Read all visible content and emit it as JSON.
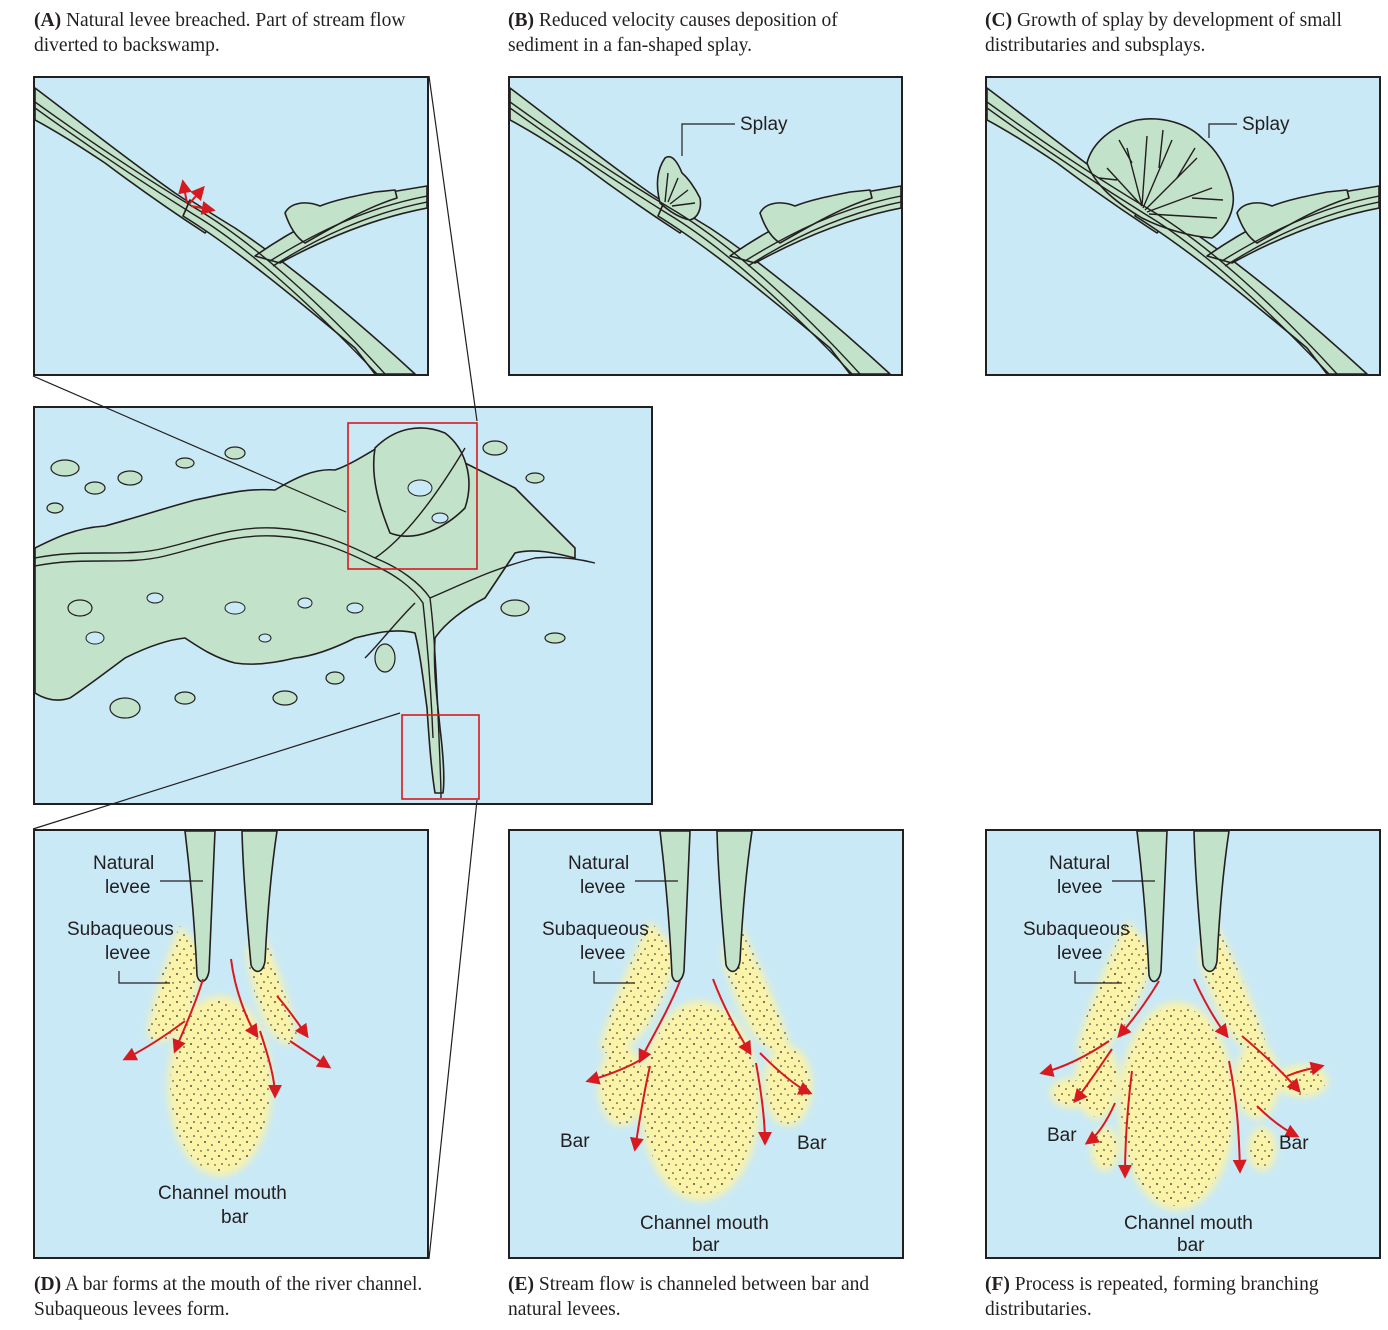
{
  "captions": {
    "a": {
      "letter": "(A)",
      "text": "Natural levee breached. Part of stream flow diverted to backswamp."
    },
    "b": {
      "letter": "(B)",
      "text": "Reduced velocity causes deposition of sediment in a fan-shaped splay."
    },
    "c": {
      "letter": "(C)",
      "text": "Growth of splay by development of small distributaries and subsplays."
    },
    "d": {
      "letter": "(D)",
      "text": "A bar forms at the mouth of the river channel. Subaqueous levees form."
    },
    "e": {
      "letter": "(E)",
      "text": "Stream flow is channeled between bar and natural levees."
    },
    "f": {
      "letter": "(F)",
      "text": "Process is repeated, forming branching distributaries."
    }
  },
  "labels": {
    "splay": "Splay",
    "natural_levee_1": "Natural",
    "natural_levee_2": "levee",
    "subaqueous_levee_1": "Subaqueous",
    "subaqueous_levee_2": "levee",
    "bar": "Bar",
    "channel_mouth_bar_1": "Channel mouth",
    "channel_mouth_bar_2": "bar"
  },
  "colors": {
    "water": "#c9e9f6",
    "land": "#c2e2c9",
    "sand": "#fbf3a8",
    "arrow": "#d71920",
    "outline": "#231f20"
  }
}
